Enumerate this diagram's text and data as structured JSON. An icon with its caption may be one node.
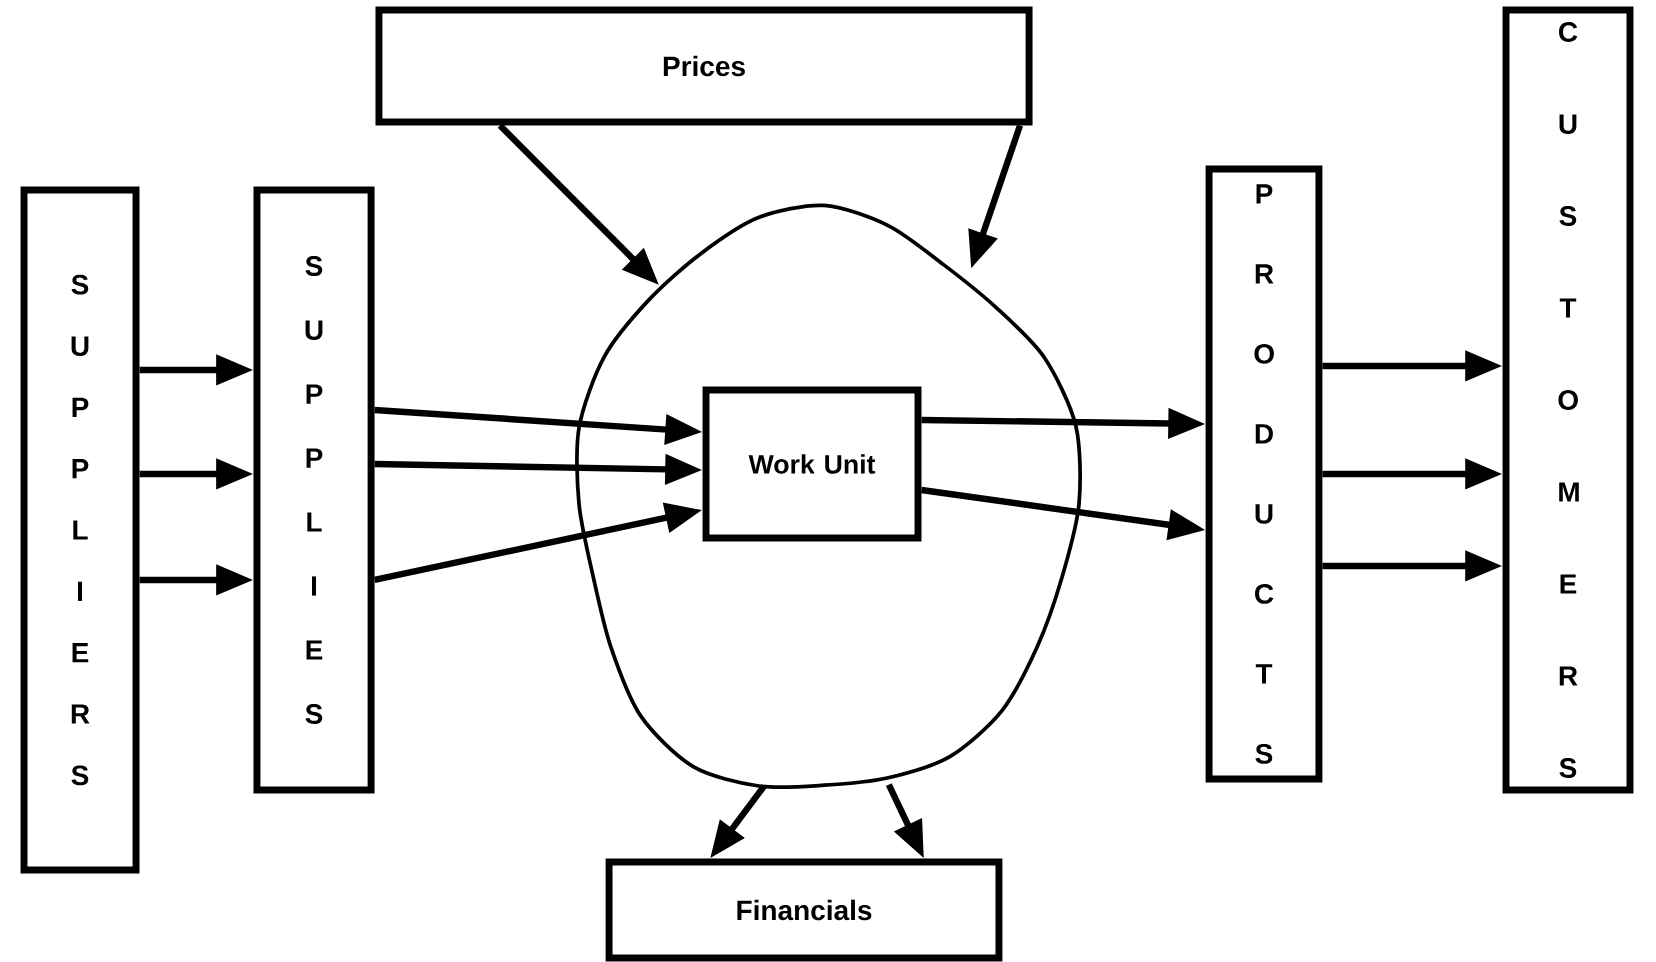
{
  "diagram": {
    "nodes": [
      {
        "text": [
          "Prices"
        ]
      },
      {
        "text": [
          "S U P P L I E R S"
        ]
      },
      {
        "text": [
          "S U P P L I E S"
        ]
      },
      {
        "text": [],
        "shape": "cloud"
      },
      {
        "text": [
          "Work Unit"
        ],
        "in": 3
      },
      {
        "text": [
          "P R O D U C T S"
        ]
      },
      {
        "text": [
          "C U S T O M E R S"
        ]
      },
      {
        "text": [
          "Financials"
        ]
      }
    ],
    "edges": [
      {
        "from": 0,
        "to": 3,
        "arrow": "to"
      },
      {
        "from": 0,
        "to": 3,
        "arrow": "to"
      },
      {
        "from": 1,
        "to": 2,
        "arrow": "to"
      },
      {
        "from": 1,
        "to": 2,
        "arrow": "to"
      },
      {
        "from": 1,
        "to": 2,
        "arrow": "to"
      },
      {
        "from": 2,
        "to": 4,
        "arrow": "to"
      },
      {
        "from": 2,
        "to": 4,
        "arrow": "to"
      },
      {
        "from": 2,
        "to": 4,
        "arrow": "to"
      },
      {
        "from": 4,
        "to": 5,
        "arrow": "to"
      },
      {
        "from": 4,
        "to": 5,
        "arrow": "to"
      },
      {
        "from": 5,
        "to": 6,
        "arrow": "to"
      },
      {
        "from": 5,
        "to": 6,
        "arrow": "to"
      },
      {
        "from": 5,
        "to": 6,
        "arrow": "to"
      },
      {
        "from": 3,
        "to": 7,
        "arrow": "to"
      },
      {
        "from": 3,
        "to": 7,
        "arrow": "to"
      }
    ]
  }
}
